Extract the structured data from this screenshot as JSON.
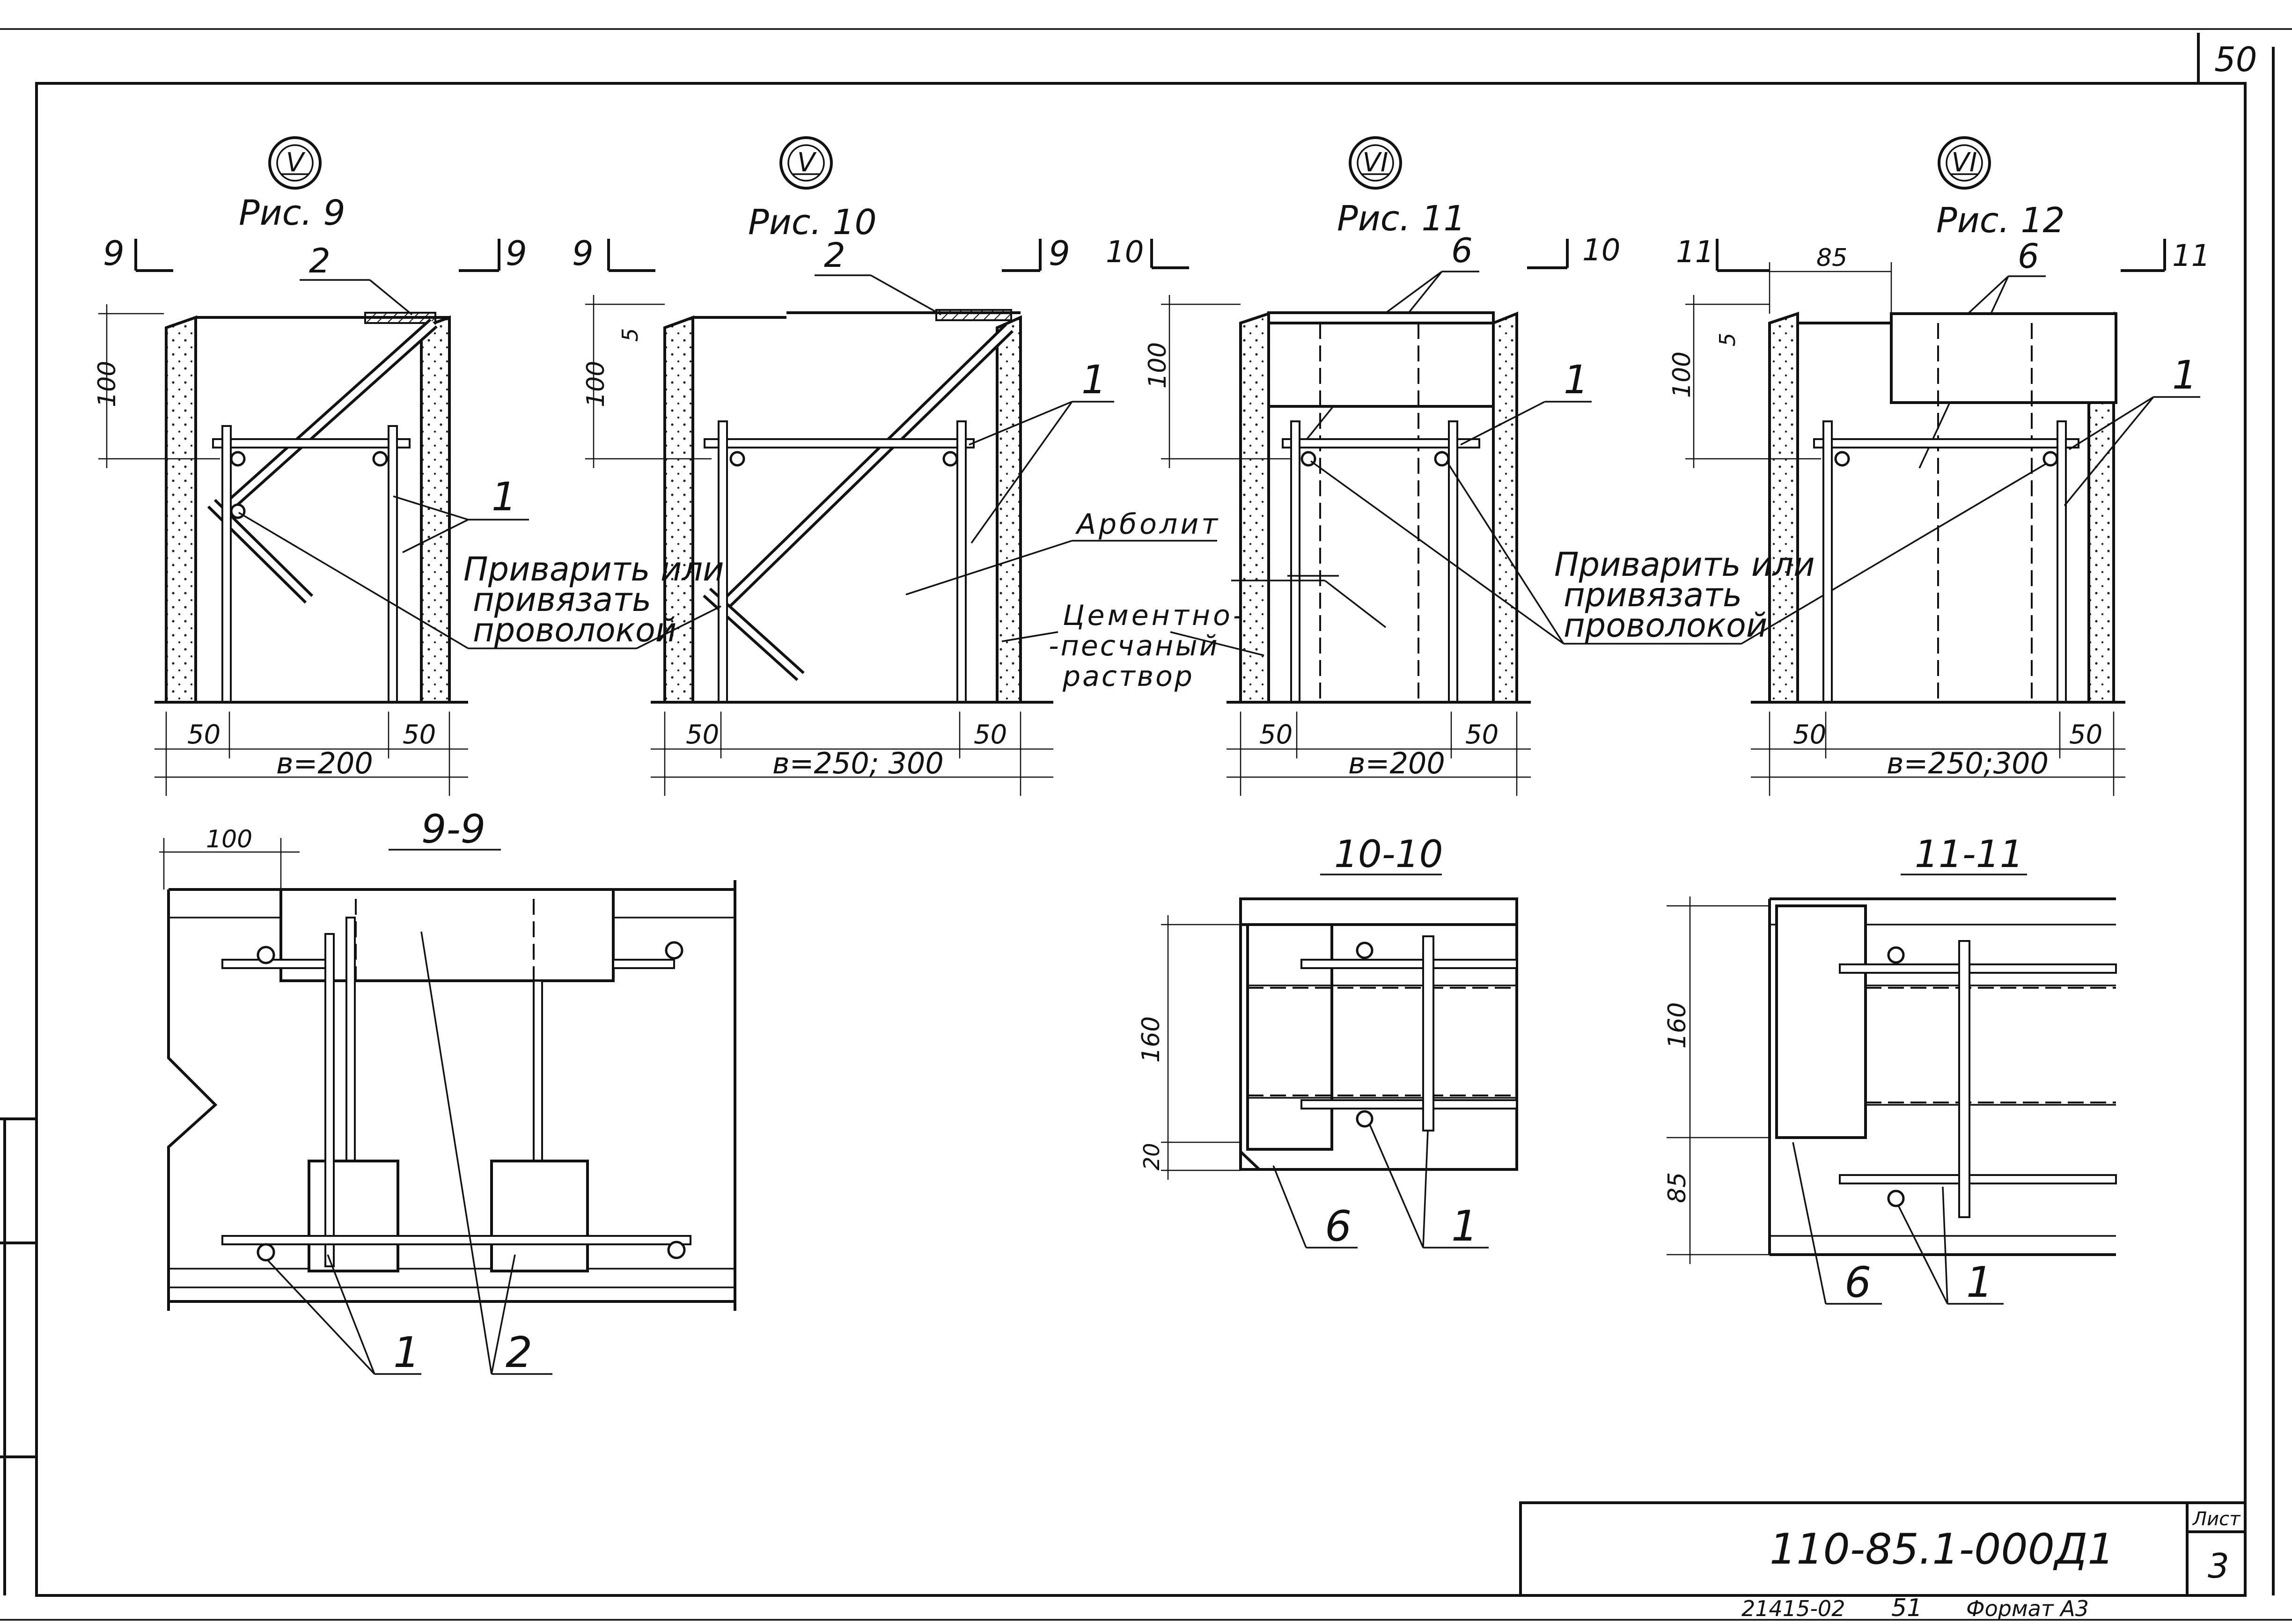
{
  "sheet": {
    "corner_number": "50",
    "stamp_code": "110-85.1-000Д1",
    "stamp_sheet_label": "Лист",
    "stamp_sheet_number": "3",
    "bottom_archive": "21415-02",
    "bottom_copy": "51",
    "bottom_format": "Формат А3"
  },
  "figures": [
    {
      "node": "V",
      "caption": "Рис. 9",
      "section": "9",
      "part": "2",
      "edge_left": "50",
      "edge_right": "50",
      "width_label": "в=200",
      "height_label": "100"
    },
    {
      "node": "V",
      "caption": "Рис. 10",
      "section": "9",
      "part": "2",
      "gap": "5",
      "edge_left": "50",
      "edge_right": "50",
      "width_label": "в=250; 300",
      "height_label": "100"
    },
    {
      "node": "VI",
      "caption": "Рис. 11",
      "section": "10",
      "part": "6",
      "edge_left": "50",
      "edge_right": "50",
      "width_label": "в=200",
      "height_label": "100"
    },
    {
      "node": "VI",
      "caption": "Рис. 12",
      "section": "11",
      "part": "6",
      "gap": "5",
      "offset": "85",
      "edge_left": "50",
      "edge_right": "50",
      "width_label": "в=250;300",
      "height_label": "100"
    }
  ],
  "callouts": {
    "rebar": "1",
    "weld_note": [
      "Приварить или",
      "привязать",
      "проволокой"
    ],
    "arbolite": "Арболит",
    "mortar": [
      "Цементно-",
      "-песчаный",
      "раствор"
    ]
  },
  "sections": [
    {
      "title": "9-9",
      "dim_top": "100",
      "labels": [
        "1",
        "2"
      ]
    },
    {
      "title": "10-10",
      "dim_main": "160",
      "dim_small": "20",
      "labels": [
        "6",
        "1"
      ]
    },
    {
      "title": "11-11",
      "dim_main": "160",
      "dim_small": "85",
      "labels": [
        "6",
        "1"
      ]
    }
  ]
}
